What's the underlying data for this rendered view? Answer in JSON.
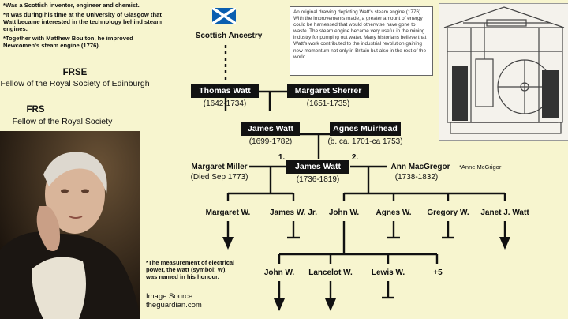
{
  "bio": {
    "fact1": "*Was a Scottish inventor, engineer and chemist.",
    "fact2": "*It was during his time at the University of Glasgow that Watt became interested in the technology behind steam engines.",
    "fact3": "*Together with Matthew Boulton, he improved Newcomen's steam engine (1776)."
  },
  "honors": [
    {
      "abbr": "FRSE",
      "full": "Fellow of the Royal Society of Edinburgh"
    },
    {
      "abbr": "FRS",
      "full": "Fellow of the Royal Society"
    }
  ],
  "portrait_note": "*The measurement of electrical power, the watt (symbol: W), was named in his honour.",
  "image_source": {
    "label": "Image Source:",
    "value": "theguardian.com"
  },
  "caption": "An original drawing depicting Watt's steam engine (1776). With the improvements made, a greater amount of energy could be harnessed that would otherwise have gone to waste. The steam engine became very useful in the mining industry for pumping out water. Many historians believe that Watt's work contributed to the industrial revolution gaining new momentum not only in Britain but also in the rest of the world.",
  "ancestry": {
    "label": "Scottish Ancestry",
    "flag_colors": {
      "field": "#0a5eb0",
      "saltire": "#ffffff"
    }
  },
  "grandparents": [
    {
      "name": "Thomas Watt",
      "dates": "(1642-1734)"
    },
    {
      "name": "Margaret Sherrer",
      "dates": "(1651-1735)"
    }
  ],
  "parents": [
    {
      "name": "James Watt",
      "dates": "(1699-1782)"
    },
    {
      "name": "Agnes Muirhead",
      "dates": "(b. ca. 1701-ca 1753)"
    }
  ],
  "subject": {
    "name": "James Watt",
    "dates": "(1736-1819)"
  },
  "spouses": [
    {
      "marker": "1.",
      "name": "Margaret Miller",
      "dates": "(Died Sep 1773)"
    },
    {
      "marker": "2.",
      "name": "Ann MacGregor",
      "alias": "*Anne McGrigor",
      "dates": "(1738-1832)"
    }
  ],
  "children": [
    "Margaret W.",
    "James W. Jr.",
    "John W.",
    "Agnes W.",
    "Gregory W.",
    "Janet J. Watt"
  ],
  "grandchildren": [
    "John W.",
    "Lancelot W.",
    "Lewis W.",
    "+5"
  ]
}
